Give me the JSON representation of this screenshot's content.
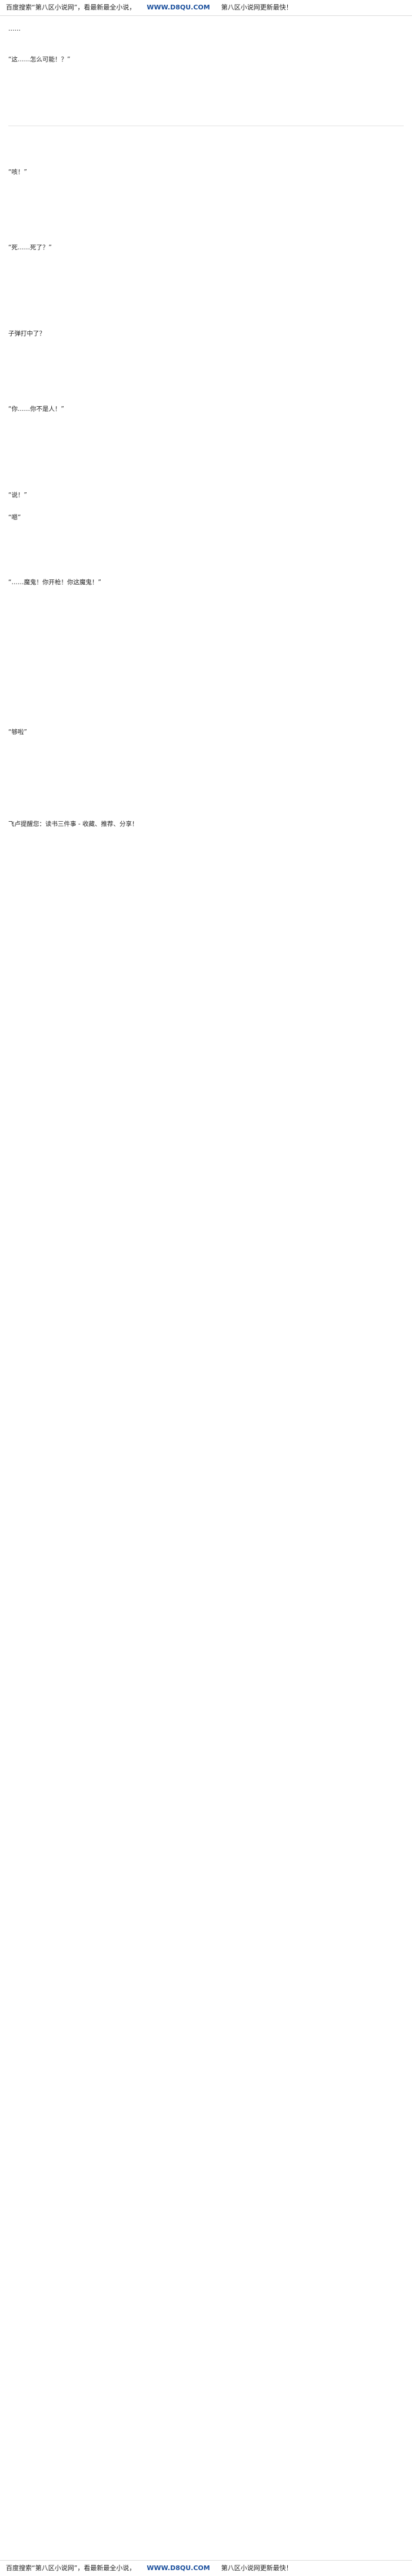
{
  "top_banner": {
    "search_text": "百度搜索“第八区小说网”，看最新最全小说，",
    "site": "WWW.D8QU.COM",
    "suffix": "第八区小说网更新最快！"
  },
  "bottom_banner": {
    "search_text": "百度搜索“第八区小说网”，看最新最全小说，",
    "site": "WWW.D8QU.COM",
    "suffix": "第八区小说网更新最快！"
  },
  "content": {
    "paragraphs": [
      "……",
      "“这……怎么可能！？”",
      "“咳！”",
      "“死……死了？”",
      "子弹打中了？",
      "“你……你不是人！”",
      "“说！”",
      "“嗯”",
      "“……魔鬼！你开枪！你这魔鬼！”",
      "“够啦”",
      "飞卢提醒您：读书三件事 - 收藏、推荐、分享！"
    ]
  }
}
